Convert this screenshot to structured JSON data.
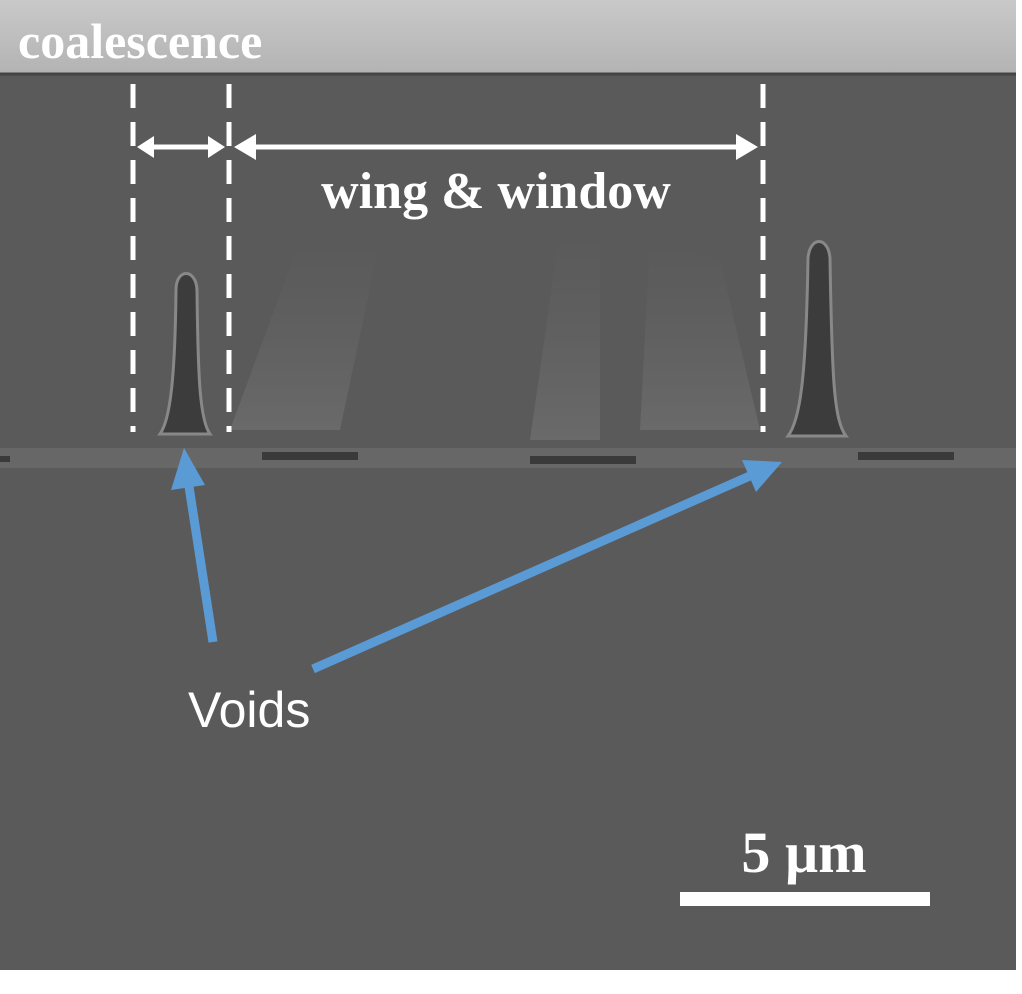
{
  "labels": {
    "top_label": "coalescence",
    "span_label": "wing & window",
    "voids_label": "Voids",
    "scale_bar_label": "5 µm"
  },
  "colors": {
    "background": "#5a5a5a",
    "top_band": "#bdbdbd",
    "annotation_white": "#ffffff",
    "arrow_blue": "#5b9bd5"
  },
  "icons": {
    "double_arrow": "double-headed-arrow-icon",
    "pointer_arrow": "arrow-icon"
  }
}
